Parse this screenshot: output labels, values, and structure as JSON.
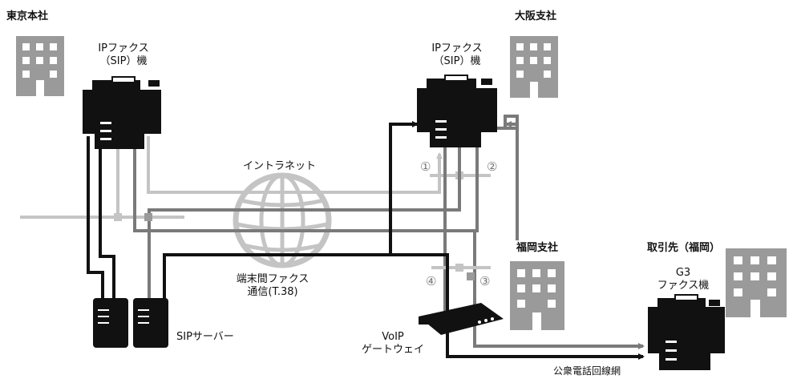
{
  "locations": {
    "tokyo": "東京本社",
    "osaka": "大阪支社",
    "fukuoka": "福岡支社",
    "partner": "取引先（福岡）"
  },
  "devices": {
    "ip_fax_tokyo_line1": "IPファクス",
    "ip_fax_tokyo_line2": "（SIP）機",
    "ip_fax_osaka_line1": "IPファクス",
    "ip_fax_osaka_line2": "（SIP）機",
    "g3_fax_line1": "G3",
    "g3_fax_line2": "ファクス機",
    "sip_server": "SIPサーバー",
    "voip_gateway_line1": "VoIP",
    "voip_gateway_line2": "ゲートウェイ"
  },
  "network": {
    "intranet": "イントラネット",
    "direct_fax_line1": "端末間ファクス",
    "direct_fax_line2": "通信(T.38)",
    "pstn": "公衆電話回線網"
  },
  "markers": [
    "①",
    "②",
    "③",
    "④"
  ],
  "colors": {
    "path_black": "#111111",
    "path_gray": "#7a7a7a",
    "path_light": "#c4c4c4",
    "building": "#9a9a9a"
  }
}
